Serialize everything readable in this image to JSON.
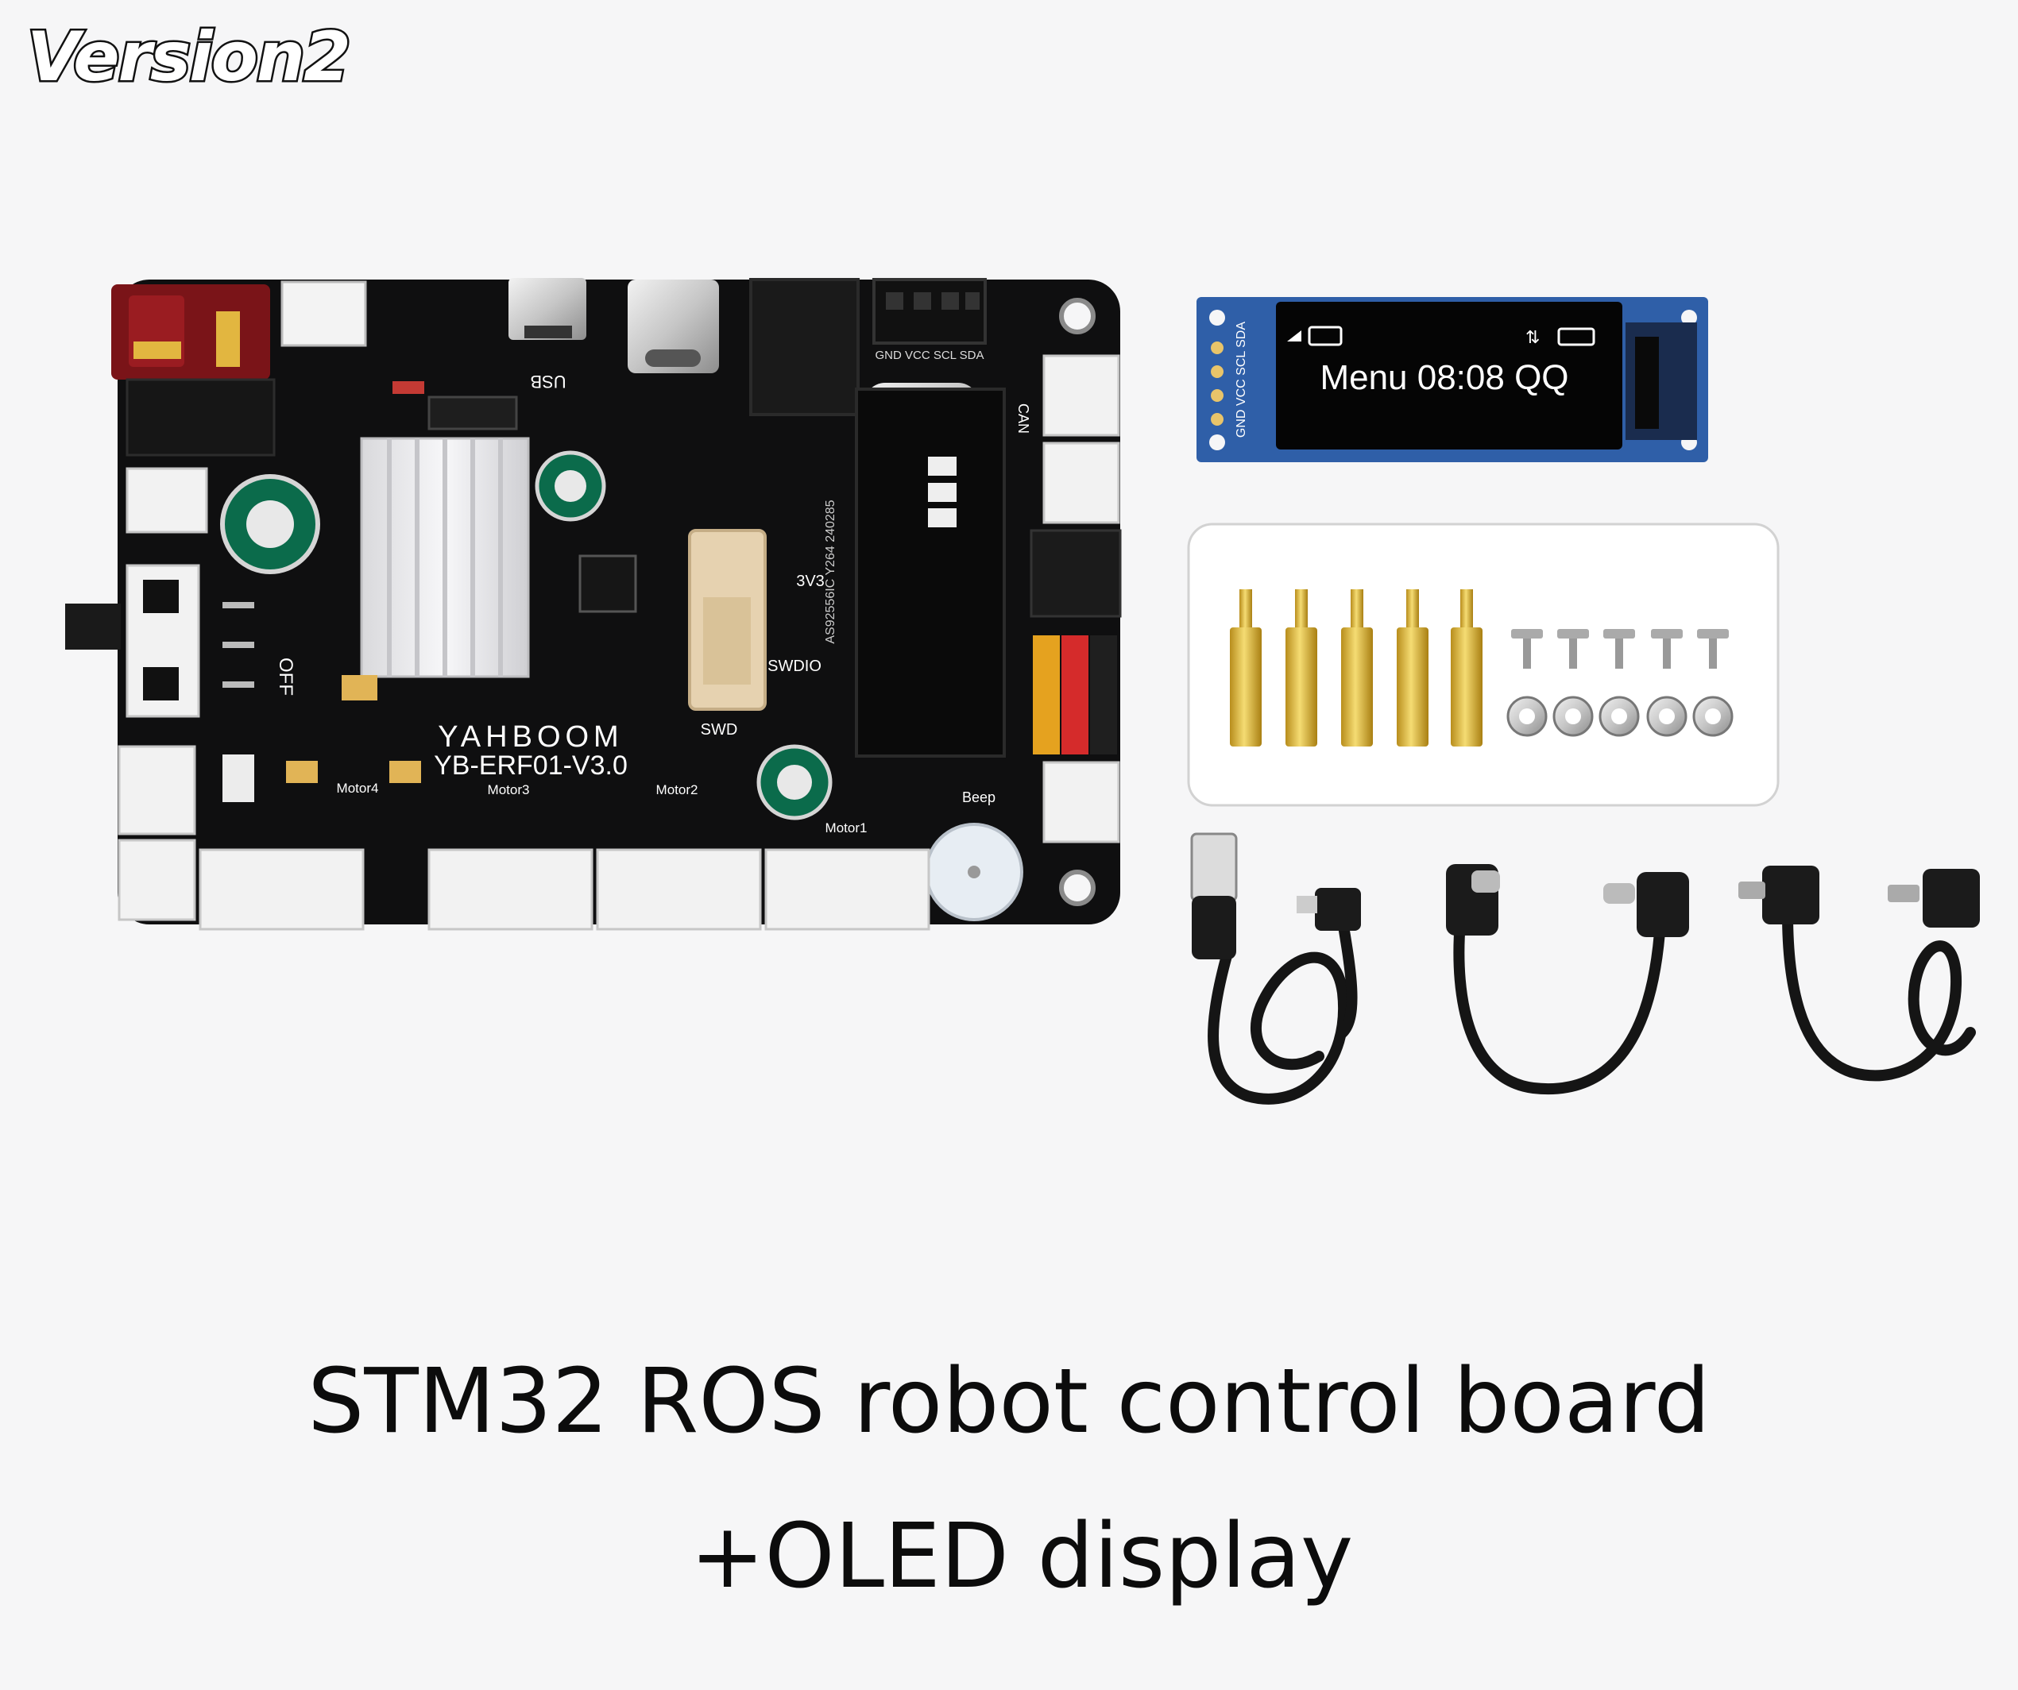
{
  "version_tag": "Version2",
  "board": {
    "brand": "YAHBOOM",
    "model": "YB-ERF01-V3.0",
    "chip_marking": "AS92556IC Y264 240285",
    "labels": {
      "usb": "USB",
      "swd": "SWD",
      "swdio": "SWDIO",
      "v33": "3V3",
      "off": "OFF",
      "iic": "GND VCC SCL SDA",
      "can": "CAN",
      "beep": "Beep",
      "motor1": "Motor1",
      "motor2": "Motor2",
      "motor3": "Motor3",
      "motor4": "Motor4"
    }
  },
  "oled": {
    "screen_text": "Menu 08:08 QQ",
    "pins": "GND VCC SCL SDA"
  },
  "caption": {
    "line1": "STM32 ROS robot control board",
    "line2": "+OLED display"
  },
  "colors": {
    "background": "#f6f6f7",
    "pcb": "#0f0f10",
    "oled_blue": "#2f5fa8",
    "brass": "#d8b23a"
  }
}
